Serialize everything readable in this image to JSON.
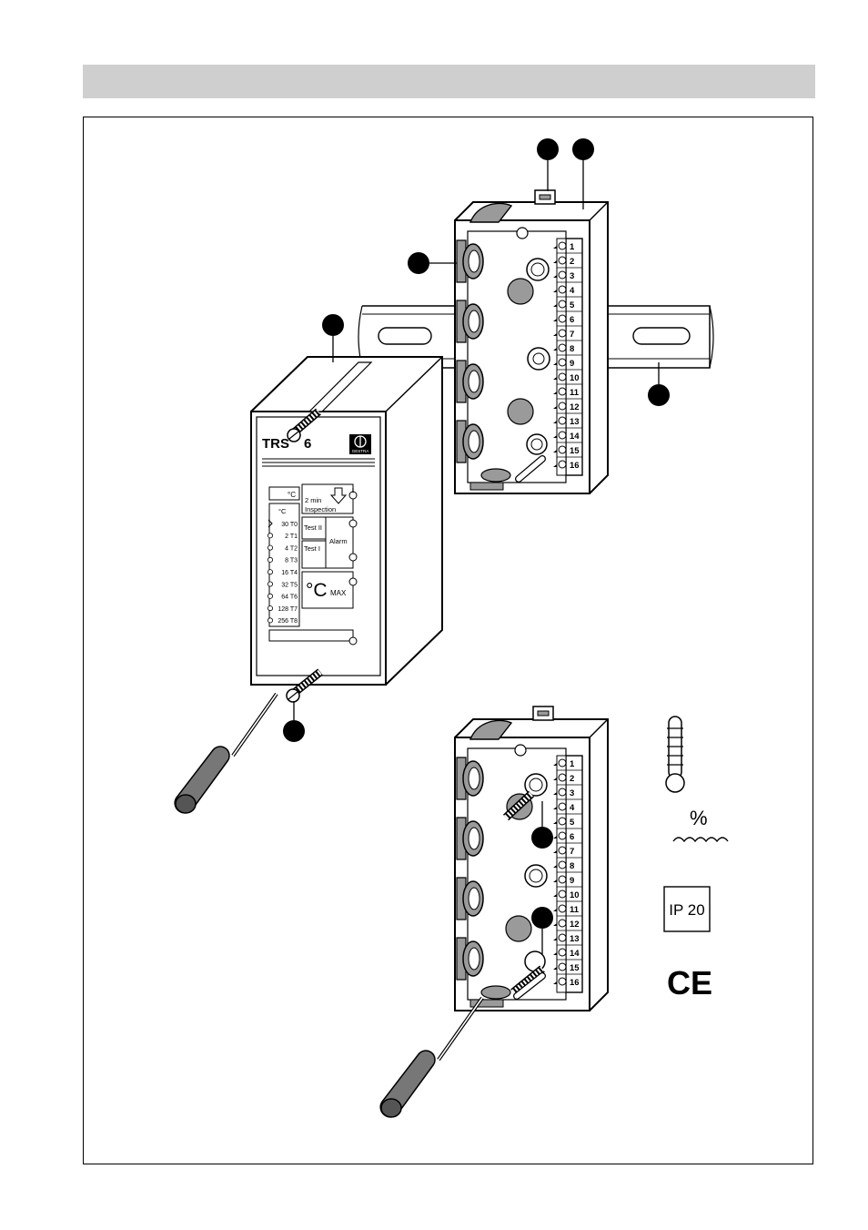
{
  "device": {
    "model": "TRS 6",
    "model_left": "TRS",
    "model_right": "6",
    "logo": "GESTRA",
    "unit_box": "°C",
    "inspection_line1": "2 min",
    "inspection_line2": "Inspection",
    "test2": "Test II",
    "test1": "Test I",
    "alarm": "Alarm",
    "scale_unit": "°C",
    "scale": [
      "30 T0",
      "2 T1",
      "4 T2",
      "8 T3",
      "16 T4",
      "32 T5",
      "64 T6",
      "128 T7",
      "256 T8"
    ],
    "cmax_c": "°C",
    "cmax_sub": "MAX"
  },
  "terminals": [
    "1",
    "2",
    "3",
    "4",
    "5",
    "6",
    "7",
    "8",
    "9",
    "10",
    "11",
    "12",
    "13",
    "14",
    "15",
    "16"
  ],
  "symbols": {
    "humidity": "%",
    "ip_rating": "IP 20",
    "ce_mark": "CE"
  },
  "icons": [
    "thermometer-icon",
    "humidity-icon",
    "ce-mark-icon",
    "screwdriver-icon"
  ],
  "colors": {
    "line": "#000000",
    "fill_gray": "#9a9a9a",
    "header_gray": "#cfcfcf"
  }
}
